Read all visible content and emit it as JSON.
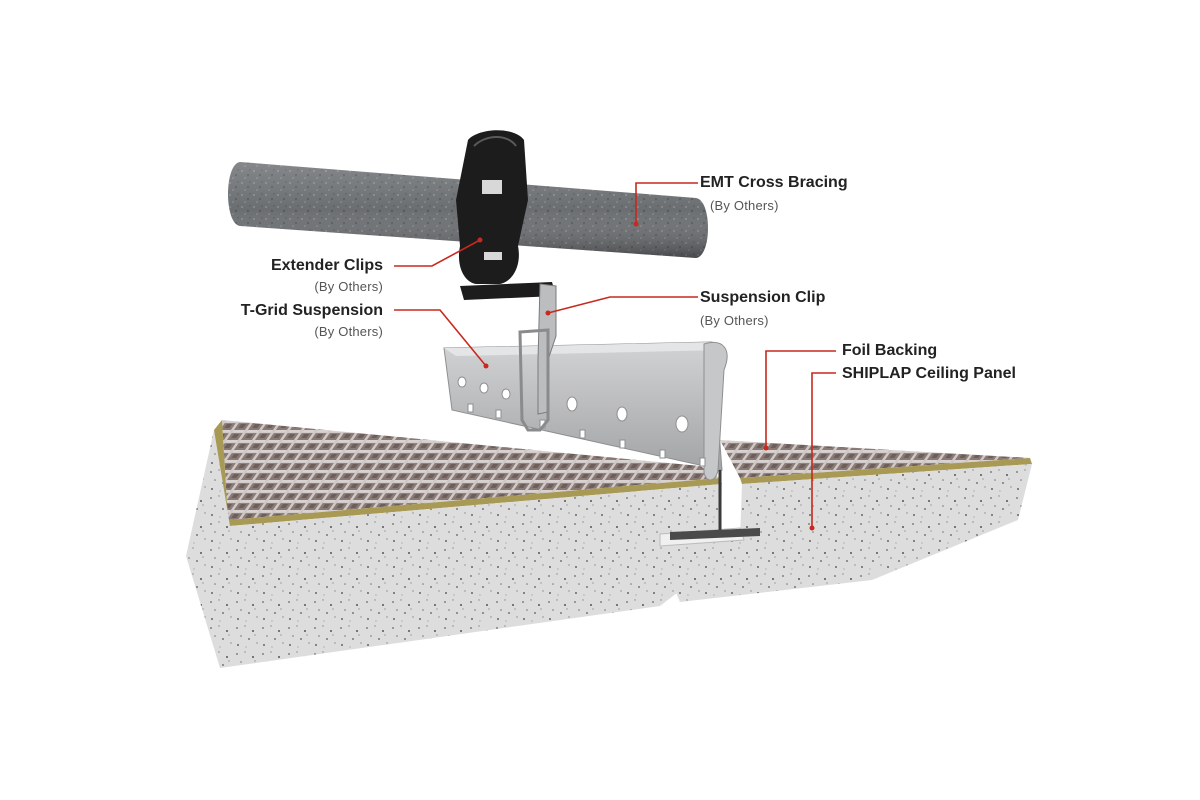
{
  "labels": {
    "emt": {
      "title": "EMT Cross Bracing",
      "note": "(By Others)"
    },
    "extender": {
      "title": "Extender Clips",
      "note": "(By Others)"
    },
    "tgrid": {
      "title": "T-Grid Suspension",
      "note": "(By Others)"
    },
    "suspension": {
      "title": "Suspension Clip",
      "note": "(By Others)"
    },
    "foil": {
      "title": "Foil Backing"
    },
    "panel": {
      "title": "SHIPLAP Ceiling Panel"
    }
  },
  "colors": {
    "leader": "#c8281e",
    "pipe": "#6b6e71",
    "clip": "#1c1c1c",
    "grid": "#b8b9bb",
    "panel": "#dcdcdc",
    "foil": "#a89a55",
    "mesh": "#7a6a66"
  }
}
